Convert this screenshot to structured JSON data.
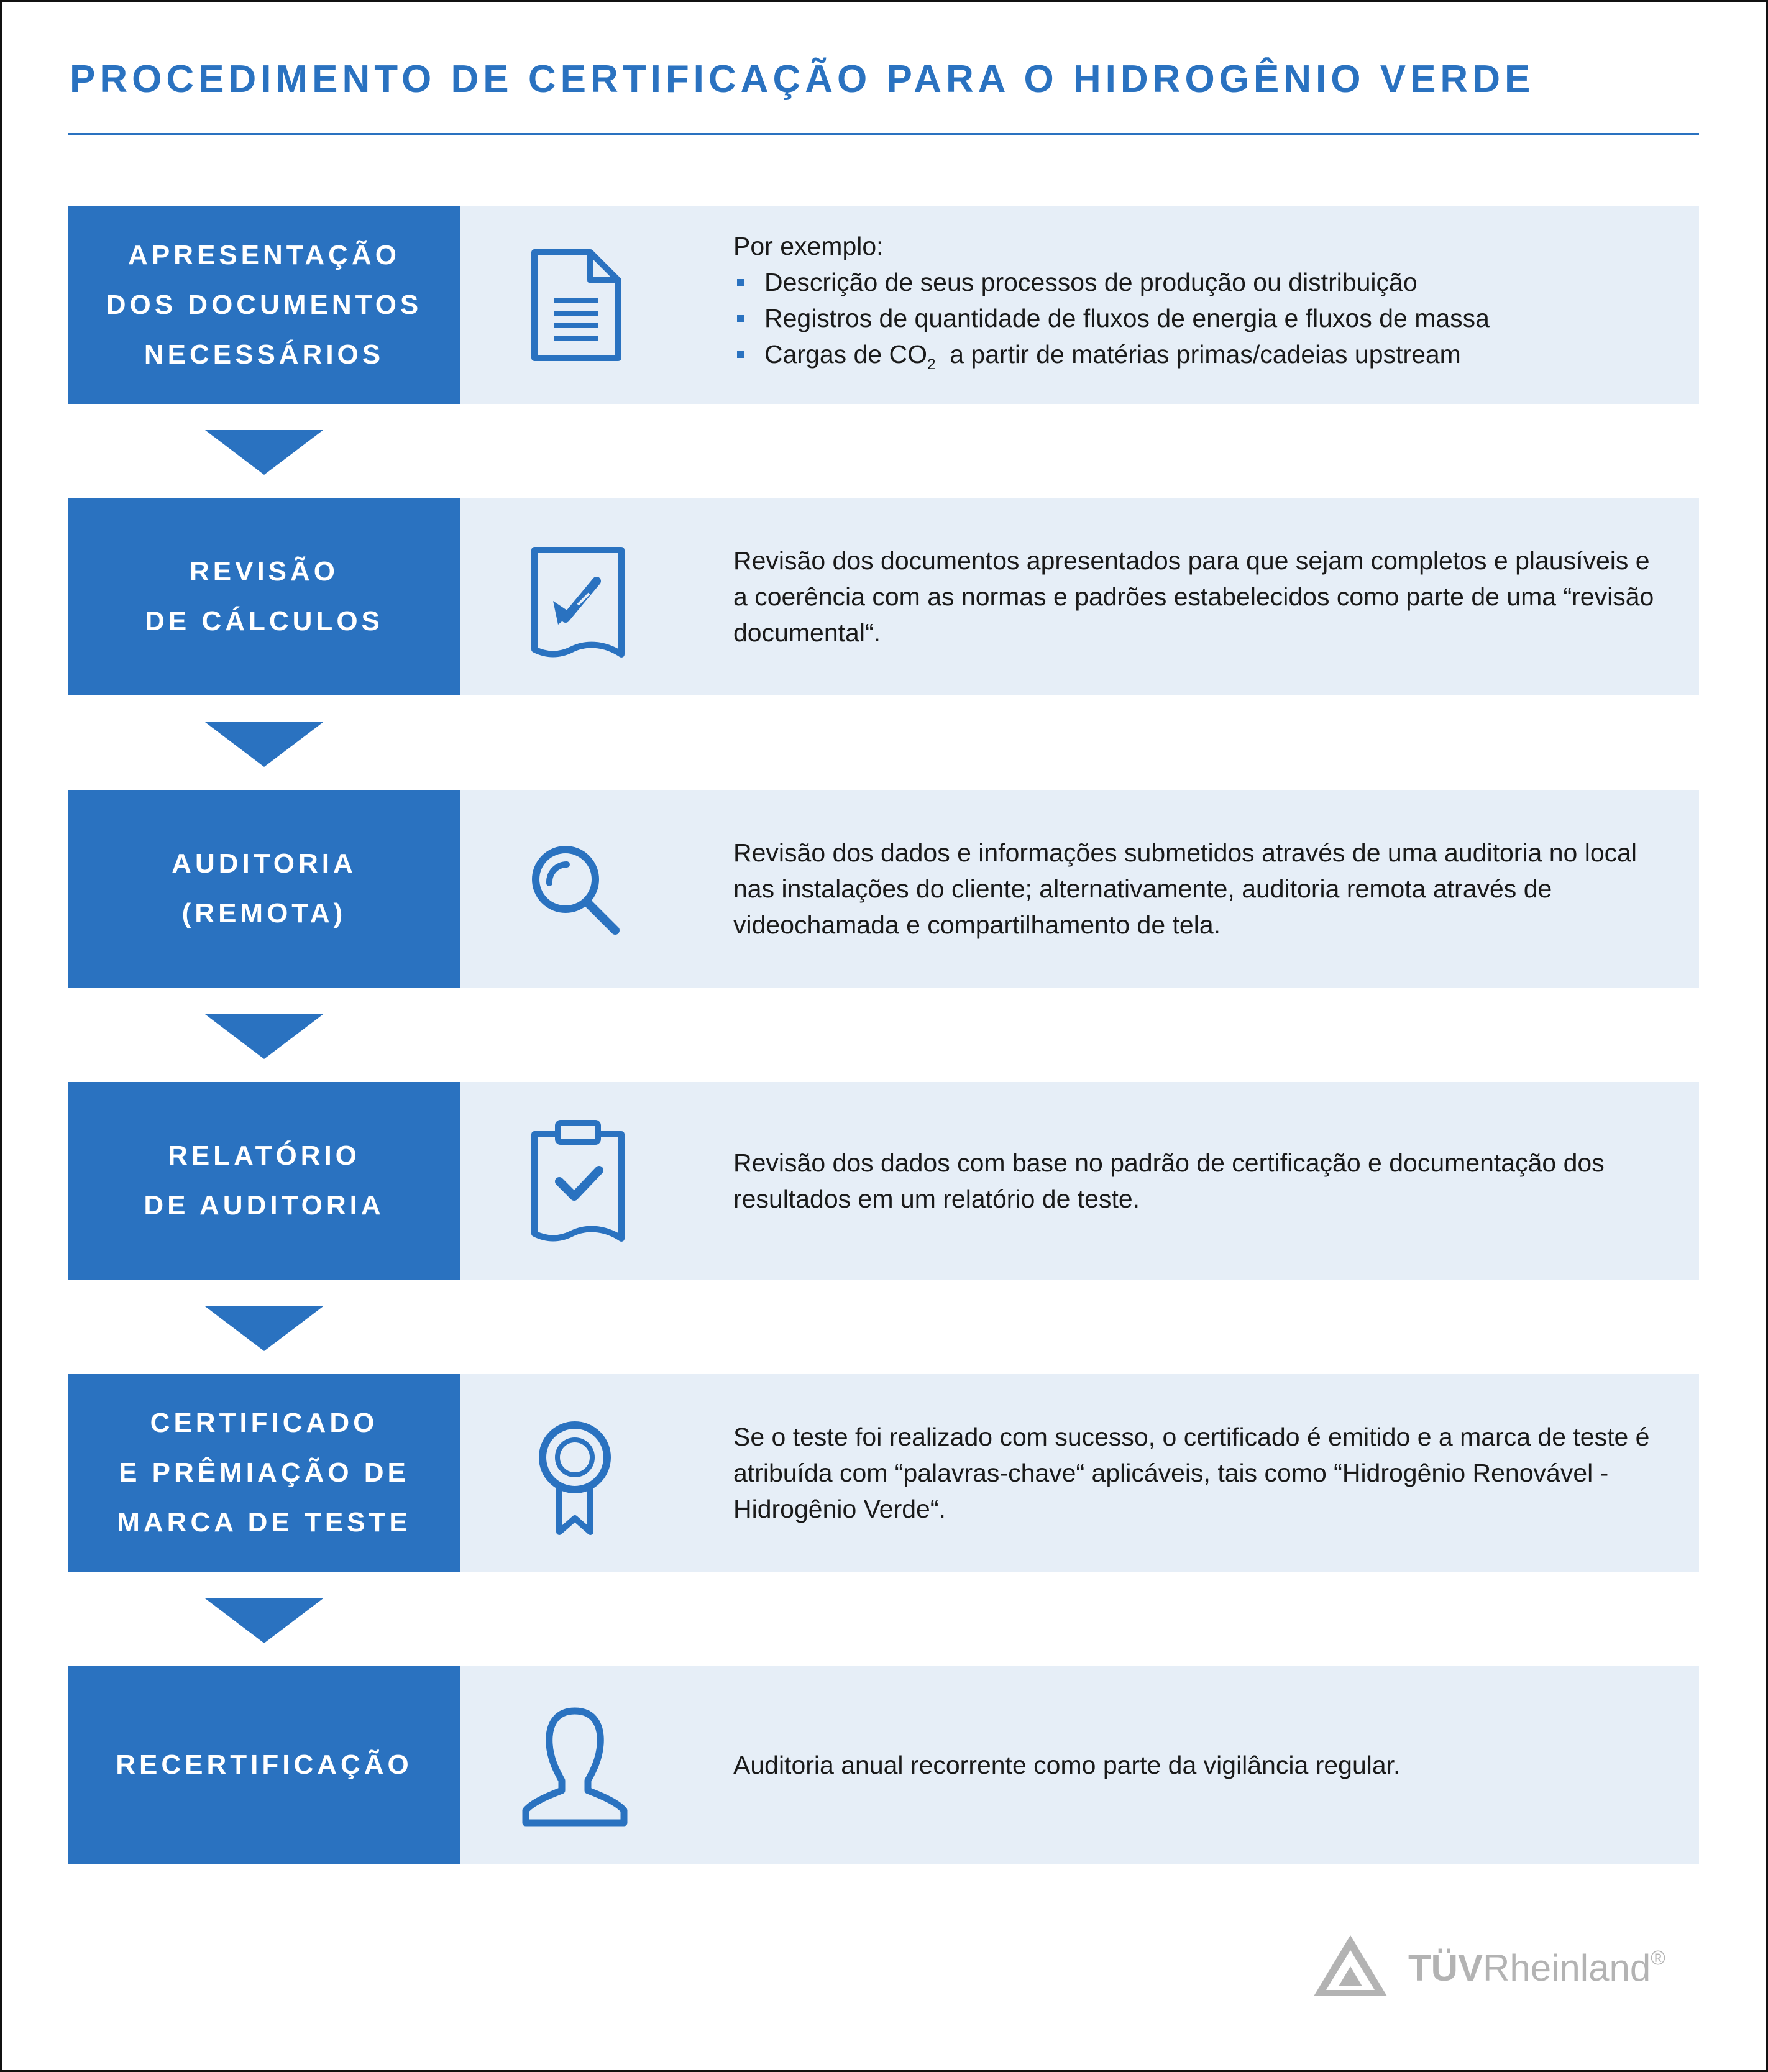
{
  "title": "PROCEDIMENTO DE CERTIFICAÇÃO PARA O HIDROGÊNIO VERDE",
  "colors": {
    "accent": "#2a72c0",
    "panel_background": "#e6eef7",
    "text": "#1a1a1a",
    "logo_gray": "#b3b3b3"
  },
  "steps": [
    {
      "label": "APRESENTAÇÃO\nDOS DOCUMENTOS\nNECESSÁRIOS",
      "icon": "document-icon",
      "intro": "Por exemplo:",
      "bullets": [
        "Descrição de seus processos de produção ou distribuição",
        "Registros de quantidade de fluxos de energia e fluxos de massa"
      ],
      "bullet3_prefix": "Cargas de CO",
      "bullet3_sub": "2",
      "bullet3_suffix": "  a partir de matérias primas/cadeias upstream"
    },
    {
      "label": "REVISÃO\nDE CÁLCULOS",
      "icon": "document-check-icon",
      "text": "Revisão dos documentos apresentados para que sejam completos e plausíveis e a coerência com as normas e padrões estabelecidos como parte de uma “revisão documental“."
    },
    {
      "label": "AUDITORIA\n(REMOTA)",
      "icon": "magnifier-icon",
      "text": "Revisão dos dados e informações submetidos através de uma auditoria no local nas instalações do cliente; alternativamente, auditoria remota através de videochamada e compartilhamento de tela."
    },
    {
      "label": "RELATÓRIO\nDE AUDITORIA",
      "icon": "clipboard-check-icon",
      "text": "Revisão dos dados com base no padrão de certificação e documentação dos resultados em um relatório de teste."
    },
    {
      "label": "CERTIFICADO\nE PRÊMIAÇÃO DE\nMARCA DE TESTE",
      "icon": "award-ribbon-icon",
      "text": "Se o teste foi realizado com sucesso, o certificado é emitido e a marca de teste é atribuída com “palavras-chave“ aplicáveis, tais como “Hidrogênio Renovável - Hidrogênio Verde“."
    },
    {
      "label": "RECERTIFICAÇÃO",
      "icon": "person-icon",
      "text": "Auditoria anual recorrente como parte da vigilância regular."
    }
  ],
  "logo": {
    "brand_bold": "TÜV",
    "brand_light": "Rheinland",
    "registered": "®"
  }
}
